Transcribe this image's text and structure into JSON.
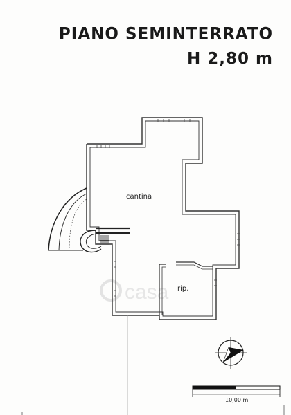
{
  "header": {
    "title_line1": "PIANO SEMINTERRATO",
    "title_line2": "H 2,80 m"
  },
  "rooms": [
    {
      "id": "cantina",
      "label": "cantina"
    },
    {
      "id": "ripostiglio",
      "label": "rip."
    }
  ],
  "watermark": {
    "text": "casa"
  },
  "scale_bar": {
    "label": "10,00 m"
  },
  "compass": {
    "icon": "north-arrow-icon"
  }
}
